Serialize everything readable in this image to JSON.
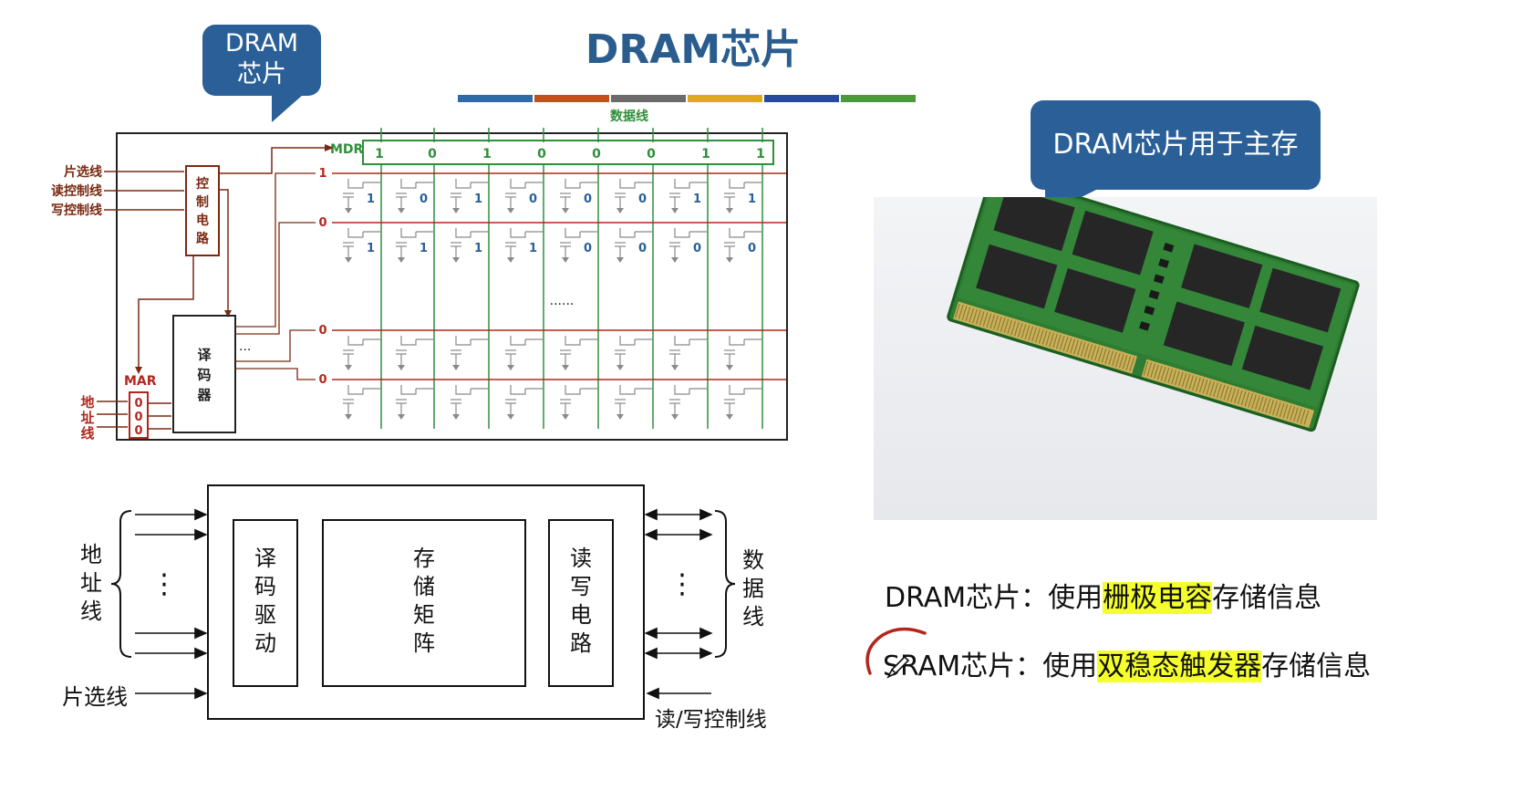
{
  "title": "DRAM芯片",
  "color_bars": [
    "#2e6aa6",
    "#c0531c",
    "#6b6b6b",
    "#e0a81c",
    "#274a9c",
    "#4a9a3a"
  ],
  "callout_chip": {
    "line1": "DRAM",
    "line2": "芯片"
  },
  "callout_main": "DRAM芯片用于主存",
  "data_line_label": "数据线",
  "mdr_label": "MDR",
  "mdr_bits": [
    "1",
    "0",
    "1",
    "0",
    "0",
    "0",
    "1",
    "1"
  ],
  "control_inputs": [
    "片选线",
    "读控制线",
    "写控制线"
  ],
  "control_circuit": [
    "控",
    "制",
    "电",
    "路"
  ],
  "decoder": [
    "译",
    "码",
    "器"
  ],
  "mar_label": "MAR",
  "mar_bits": [
    "0",
    "0",
    "0"
  ],
  "address_label": [
    "地",
    "址",
    "线"
  ],
  "row_select": [
    "1",
    "0",
    "0",
    "0"
  ],
  "row1_bits": [
    "1",
    "0",
    "1",
    "0",
    "0",
    "0",
    "1",
    "1"
  ],
  "row2_bits": [
    "1",
    "1",
    "1",
    "1",
    "0",
    "0",
    "0",
    "0"
  ],
  "ellipsis": "......",
  "decoder_ellipsis": "···",
  "block": {
    "left_label": [
      "地",
      "址",
      "线"
    ],
    "right_label": [
      "数",
      "据",
      "线"
    ],
    "chip_select": "片选线",
    "rw_control": "读/写控制线",
    "decoder_drive": [
      "译",
      "码",
      "驱",
      "动"
    ],
    "storage_matrix": [
      "存",
      "储",
      "矩",
      "阵"
    ],
    "rw_circuit": [
      "读",
      "写",
      "电",
      "路"
    ],
    "vdots": "⋮"
  },
  "statements": [
    {
      "prefix": "DRAM芯片：使用",
      "highlight": "栅极电容",
      "suffix": "存储信息"
    },
    {
      "prefix": "SRAM芯片：使用",
      "highlight": "双稳态触发器",
      "suffix": "存储信息"
    }
  ]
}
